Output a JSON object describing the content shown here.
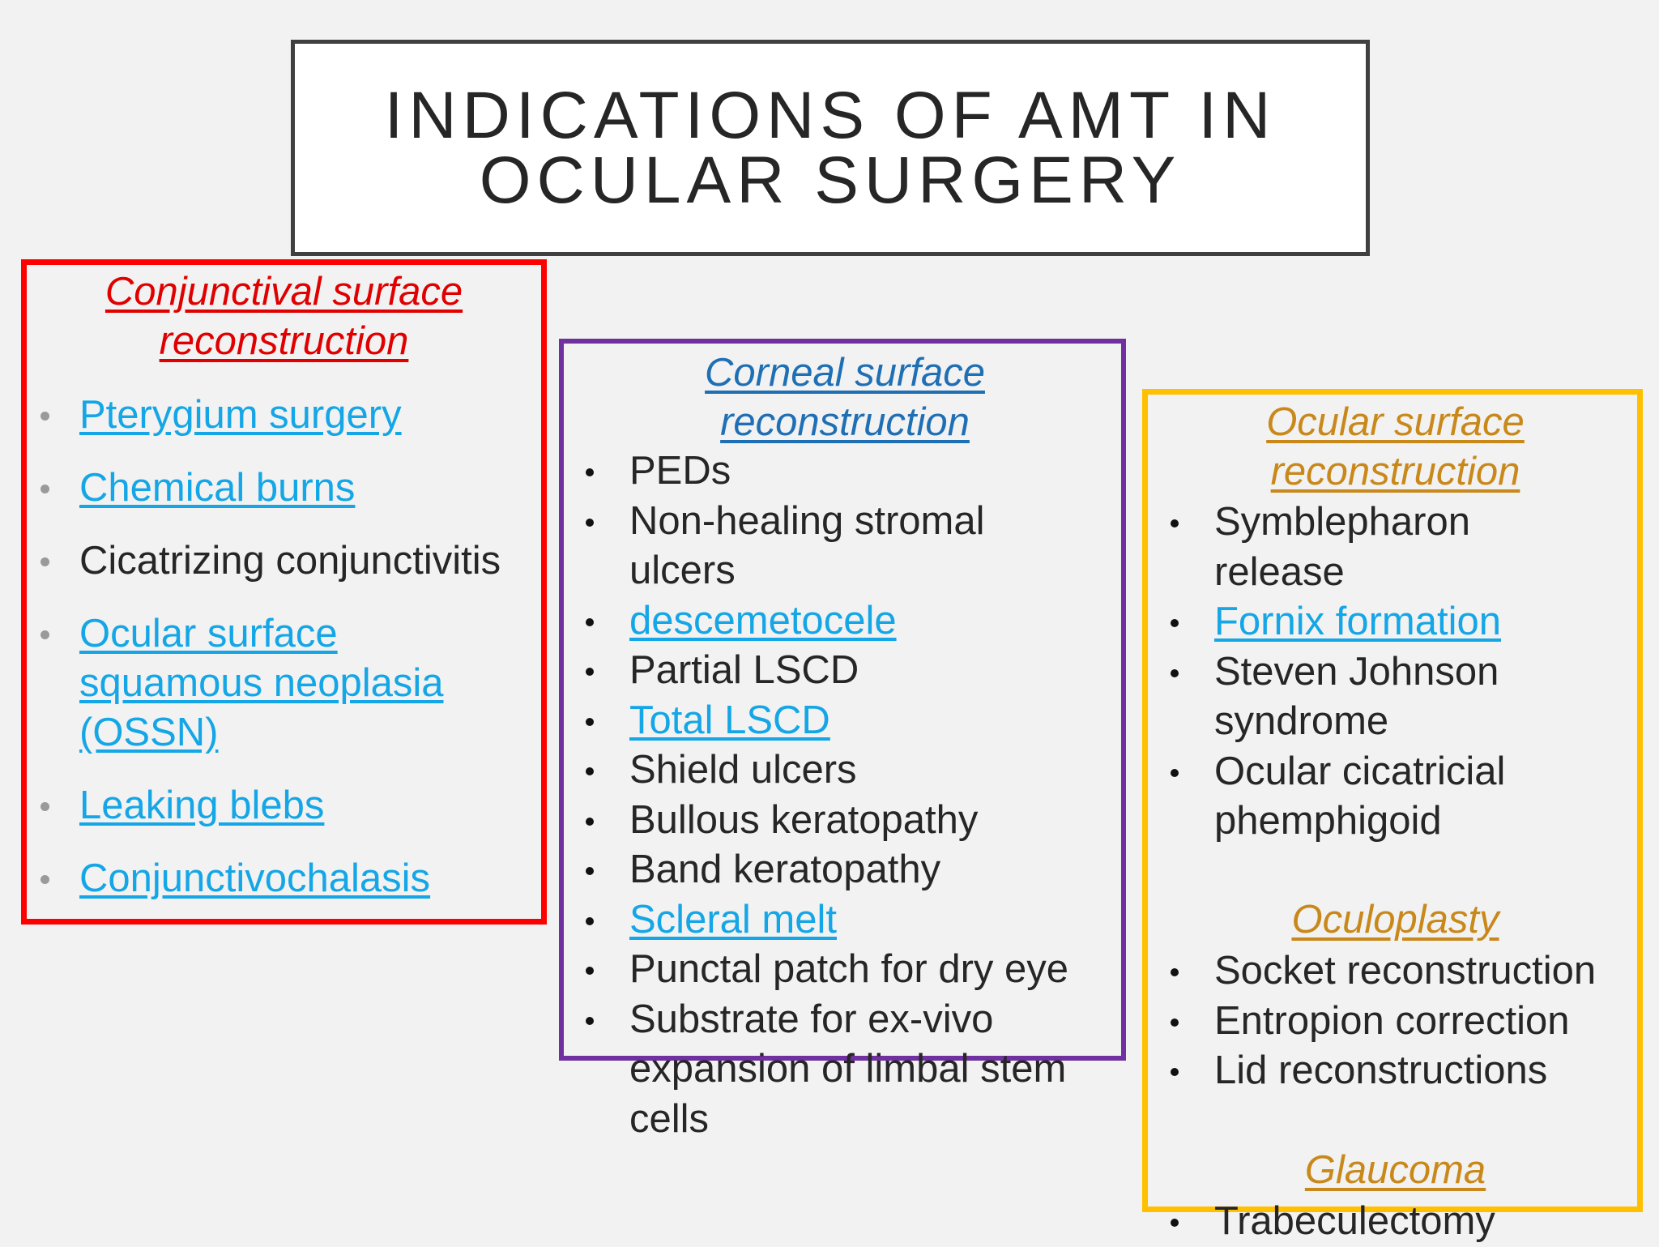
{
  "title": {
    "line1": "INDICATIONS OF AMT IN",
    "line2": "OCULAR SURGERY"
  },
  "colors": {
    "conjunctival_frame": "#ff0000",
    "corneal_frame": "#7030a0",
    "ocular_frame": "#ffc000",
    "link_text": "#14a6e6"
  },
  "conjunctival": {
    "heading_line1": "Conjunctival surface",
    "heading_line2": "reconstruction",
    "items": [
      {
        "lines": [
          "Pterygium surgery"
        ],
        "link": true
      },
      {
        "lines": [
          "Chemical burns"
        ],
        "link": true
      },
      {
        "lines": [
          "Cicatrizing conjunctivitis"
        ],
        "link": false
      },
      {
        "lines": [
          "Ocular surface",
          "squamous neoplasia",
          "(OSSN)"
        ],
        "link": true
      },
      {
        "lines": [
          "Leaking blebs"
        ],
        "link": true
      },
      {
        "lines": [
          "Conjunctivochalasis"
        ],
        "link": true
      }
    ]
  },
  "corneal": {
    "heading_line1": "Corneal surface",
    "heading_line2": "reconstruction",
    "items": [
      {
        "lines": [
          "PEDs"
        ],
        "link": false
      },
      {
        "lines": [
          "Non-healing stromal",
          "ulcers"
        ],
        "link": false
      },
      {
        "lines": [
          "descemetocele"
        ],
        "link": true
      },
      {
        "lines": [
          "Partial LSCD"
        ],
        "link": false
      },
      {
        "lines": [
          "Total LSCD"
        ],
        "link": true
      },
      {
        "lines": [
          "Shield ulcers"
        ],
        "link": false
      },
      {
        "lines": [
          "Bullous keratopathy"
        ],
        "link": false
      },
      {
        "lines": [
          "Band keratopathy"
        ],
        "link": false
      },
      {
        "lines": [
          "Scleral melt"
        ],
        "link": true
      },
      {
        "lines": [
          "Punctal patch for dry eye"
        ],
        "link": false
      },
      {
        "lines": [
          "Substrate for ex-vivo",
          "expansion of limbal stem",
          "cells"
        ],
        "link": false
      }
    ]
  },
  "ocular": {
    "heading_line1": "Ocular surface",
    "heading_line2": "reconstruction",
    "items": [
      {
        "lines": [
          "Symblepharon",
          "release"
        ],
        "link": false
      },
      {
        "lines": [
          "Fornix formation"
        ],
        "link": true
      },
      {
        "lines": [
          "Steven Johnson",
          "syndrome"
        ],
        "link": false
      },
      {
        "lines": [
          "Ocular cicatricial",
          "phemphigoid"
        ],
        "link": false
      }
    ],
    "oculoplasty": {
      "heading": "Oculoplasty",
      "items": [
        {
          "lines": [
            "Socket reconstruction"
          ],
          "link": false
        },
        {
          "lines": [
            "Entropion correction"
          ],
          "link": false
        },
        {
          "lines": [
            "Lid reconstructions"
          ],
          "link": false
        }
      ]
    },
    "glaucoma": {
      "heading": "Glaucoma",
      "items": [
        {
          "lines": [
            "Trabeculectomy"
          ],
          "link": false
        }
      ]
    }
  }
}
